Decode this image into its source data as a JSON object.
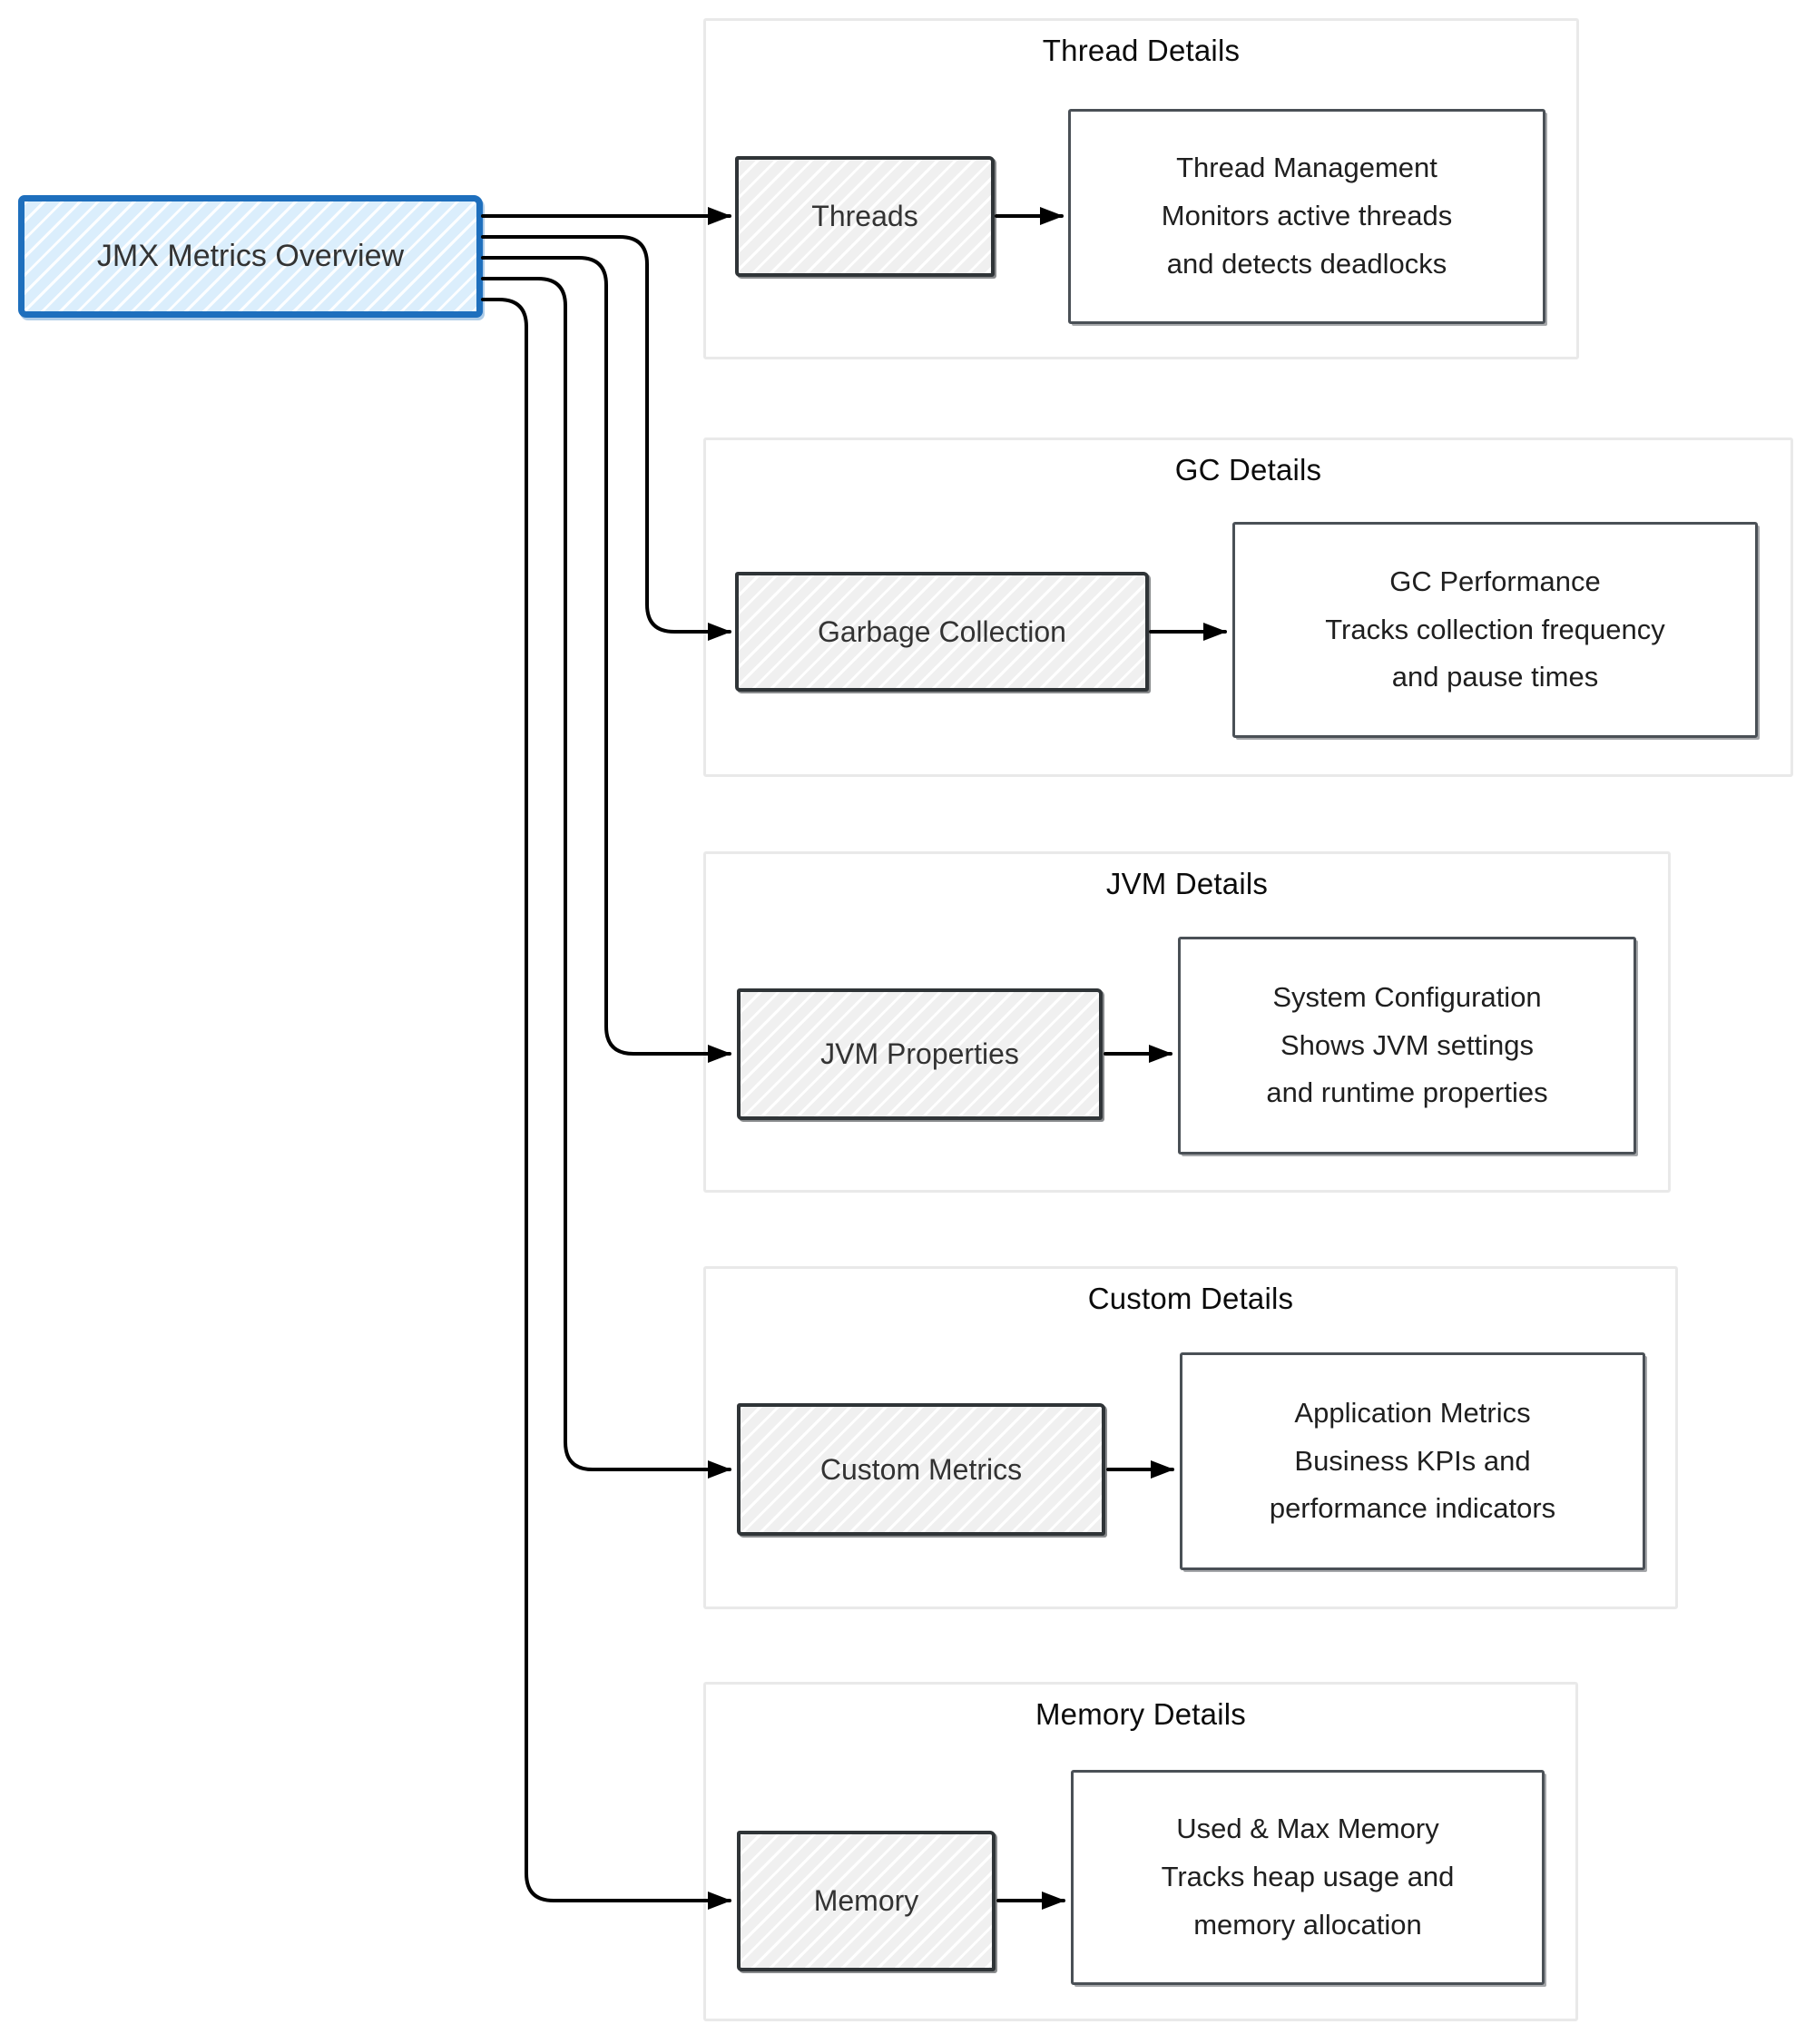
{
  "diagram": {
    "root_label": "JMX Metrics Overview",
    "groups": [
      {
        "title": "Thread Details",
        "source_label": "Threads",
        "detail_lines": [
          "Thread Management",
          "Monitors active threads",
          "and detects deadlocks"
        ]
      },
      {
        "title": "GC Details",
        "source_label": "Garbage Collection",
        "detail_lines": [
          "GC Performance",
          "Tracks collection frequency",
          "and pause times"
        ]
      },
      {
        "title": "JVM Details",
        "source_label": "JVM Properties",
        "detail_lines": [
          "System Configuration",
          "Shows JVM settings",
          "and runtime properties"
        ]
      },
      {
        "title": "Custom Details",
        "source_label": "Custom Metrics",
        "detail_lines": [
          "Application Metrics",
          "Business KPIs and",
          "performance indicators"
        ]
      },
      {
        "title": "Memory Details",
        "source_label": "Memory",
        "detail_lines": [
          "Used & Max Memory",
          "Tracks heap usage and",
          "memory allocation"
        ]
      }
    ],
    "colors": {
      "root_fill": "#dbeefc",
      "root_border": "#1e6fbd",
      "source_fill": "#f5f5f5",
      "box_border": "#343a40",
      "group_border": "#e9e9e9",
      "connector": "#000000"
    }
  }
}
